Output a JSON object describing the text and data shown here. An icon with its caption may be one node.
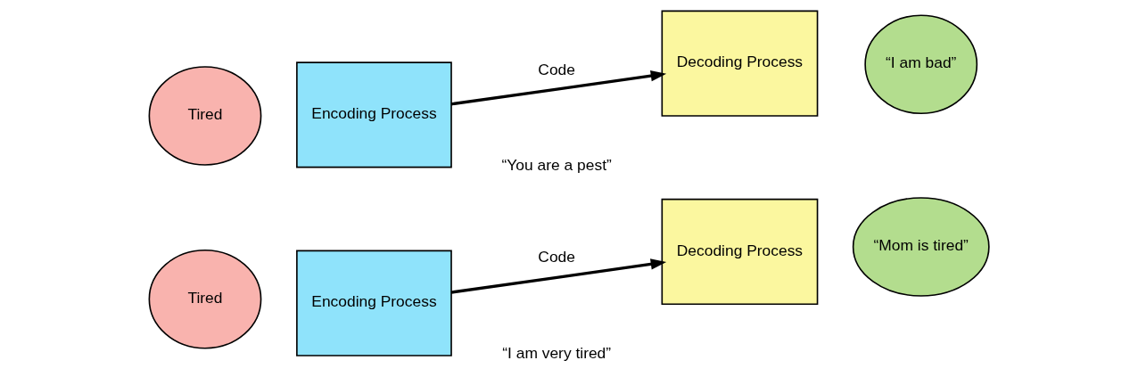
{
  "diagram": {
    "nodes": [
      {
        "text": [
          "Tired"
        ]
      },
      {
        "text": [
          "Encoding Process"
        ]
      },
      {
        "text": [
          "Decoding Process"
        ]
      },
      {
        "text": [
          "“I am bad”"
        ]
      },
      {
        "text": [
          "Tired"
        ]
      },
      {
        "text": [
          "Encoding Process"
        ]
      },
      {
        "text": [
          "Decoding Process"
        ]
      },
      {
        "text": [
          "“Mom is tired”"
        ]
      }
    ],
    "edges": [
      {
        "from": 1,
        "to": 2,
        "arrow": "to",
        "label": "Code"
      },
      {
        "from": 5,
        "to": 6,
        "arrow": "to",
        "label": "Code"
      }
    ],
    "labels": [
      "“You are a pest”",
      "“I am very tired”"
    ]
  }
}
